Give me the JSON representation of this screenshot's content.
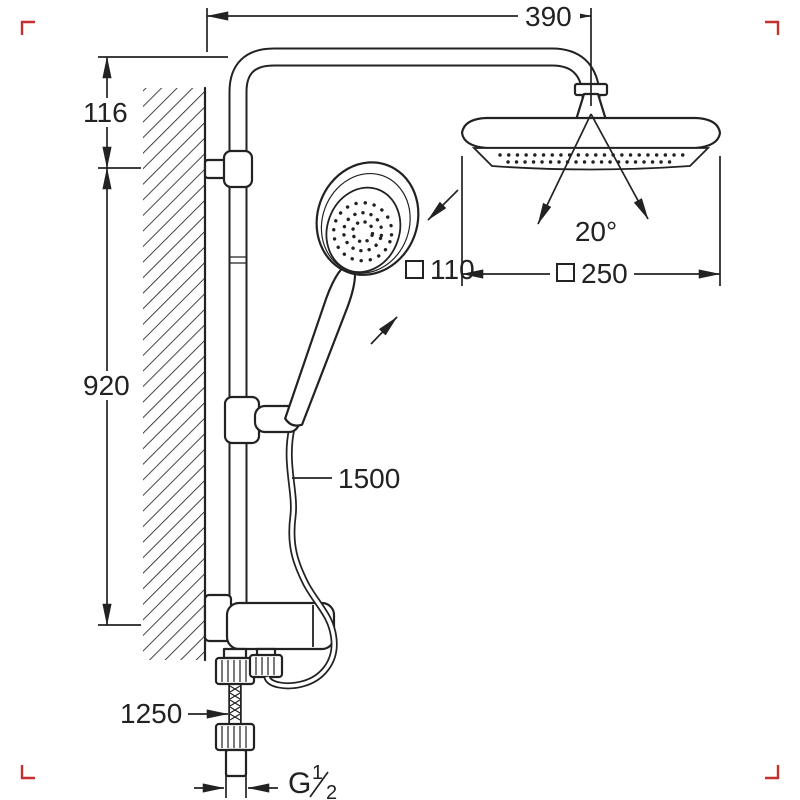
{
  "page": {
    "background": "#ffffff",
    "kind": "technical dimension diagram",
    "subject": "shower system with overhead shower, hand shower, shower rail and hoses"
  },
  "colors": {
    "line": "#222222",
    "crop_marks": "#c5302c"
  },
  "labels": {
    "width_top": "390",
    "height_upper": "116",
    "height_rail": "920",
    "hand_shower_face": "110",
    "head_shower_face": "250",
    "swivel_angle": "20°",
    "shower_hose_length": "1500",
    "supply_hose_length": "1250",
    "thread_prefix": "G",
    "thread_numerator": "1",
    "thread_denominator": "2",
    "face_dimension_symbol": "square"
  }
}
